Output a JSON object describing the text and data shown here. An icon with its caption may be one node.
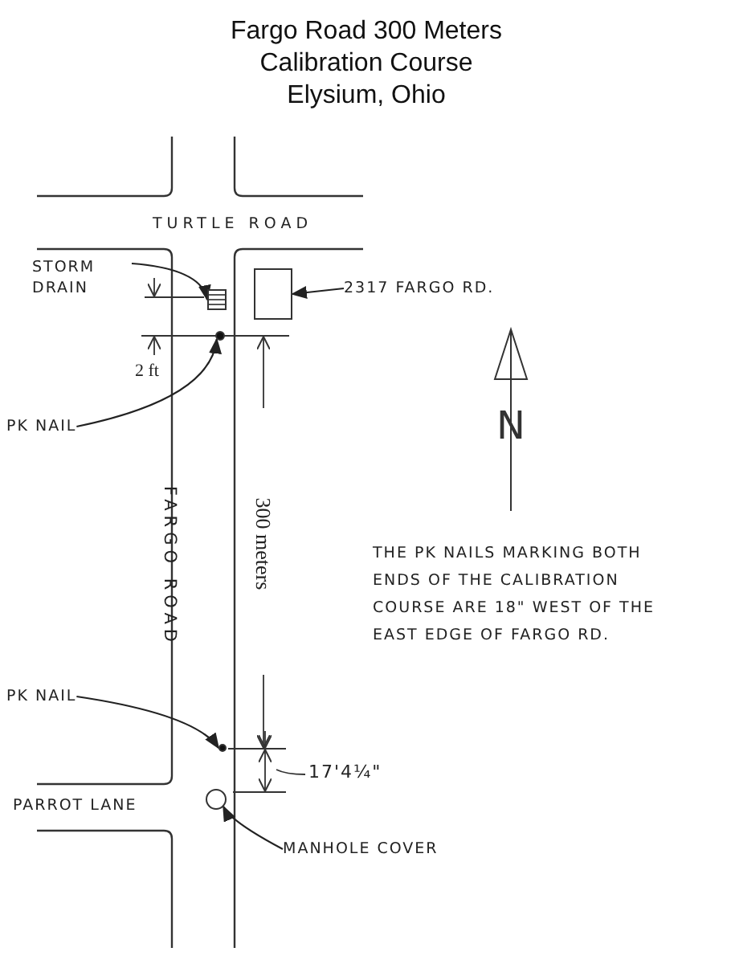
{
  "diagram": {
    "title": "Fargo Road 300 Meters Calibration Course",
    "nodes": [
      {
        "text": [
          "STORM DRAIN"
        ]
      },
      {
        "text": [],
        "shape": "box"
      },
      {
        "text": [
          "2317 FARGO RD."
        ]
      },
      {
        "text": [],
        "shape": "box"
      },
      {
        "text": [
          "PK NAIL"
        ]
      },
      {
        "text": [],
        "shape": "circle"
      },
      {
        "text": [
          "PK NAIL"
        ]
      },
      {
        "text": [],
        "shape": "circle"
      },
      {
        "text": [
          "MANHOLE COVER"
        ]
      },
      {
        "text": [],
        "shape": "circle"
      }
    ],
    "edges": [
      {
        "from": 0,
        "to": 1,
        "arrow": "to"
      },
      {
        "from": 2,
        "to": 3,
        "arrow": "to"
      },
      {
        "from": 4,
        "to": 5,
        "arrow": "to"
      },
      {
        "from": 6,
        "to": 7,
        "arrow": "to"
      },
      {
        "from": 8,
        "to": 9,
        "arrow": "to"
      }
    ],
    "labels": [
      "Elysium, Ohio",
      "TURTLE ROAD",
      "2 ft",
      "N",
      "FARGO ROAD",
      "300 meters",
      "THE PK NAILS MARKING BOTH ENDS OF THE CALIBRATION COURSE ARE 18\" WEST OF THE EAST EDGE OF FARGO RD.",
      "PARROT LANE",
      "17'4¼\""
    ]
  }
}
